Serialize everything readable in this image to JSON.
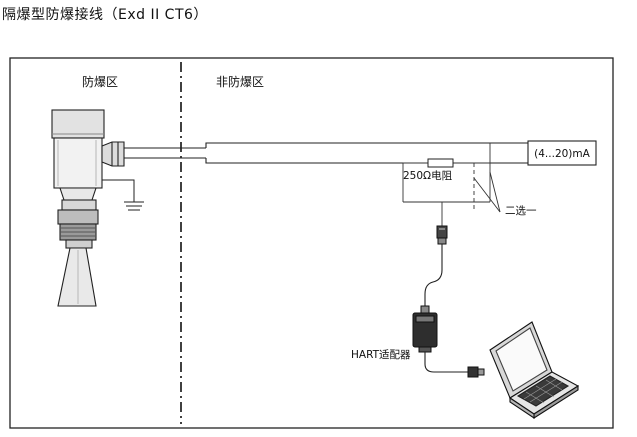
{
  "title": "隔爆型防爆接线（Exd II CT6）",
  "zones": {
    "explosion_proof": "防爆区",
    "non_explosion_proof": "非防爆区"
  },
  "labels": {
    "current_range": "(4...20)mA",
    "resistor": "250Ω电阻",
    "choose_one": "二选一",
    "hart_adapter": "HART适配器"
  }
}
